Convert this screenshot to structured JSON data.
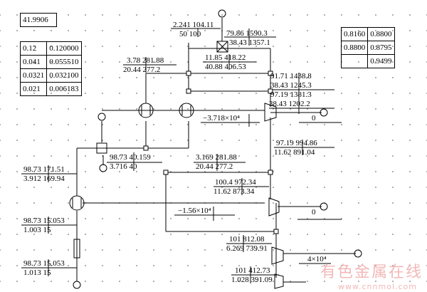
{
  "top_value": "41.9906",
  "left_table": [
    [
      "0.12",
      "0.120000"
    ],
    [
      "0.041",
      "0.055510"
    ],
    [
      "0.0321",
      "0.032100"
    ],
    [
      "0.021",
      "0.006183"
    ]
  ],
  "right_table": [
    [
      "0.8160",
      "0.8800"
    ],
    [
      "0.8800",
      "0.8795"
    ],
    [
      "",
      "0.9499"
    ]
  ],
  "labels": {
    "top_pair_a": "2.241  104.11",
    "top_pair_b": "50     100",
    "top_c1": "79.86  1590.3",
    "top_c2": "38.43  1357.1",
    "mid_a1": "11.85  418.22",
    "mid_a2": "40.88  406.53",
    "l_a1": "3.78  281.88",
    "l_a2": "20.44  277.2",
    "r_a1": "91.71  1438.8",
    "r_a2": "38.43  1245.3",
    "r_a3": "97.19  1381.3",
    "r_a4": "38.43  1202.2",
    "power1": "−3.718×10⁴",
    "zero1": "0",
    "r_b1": "97.19  994.86",
    "r_b2": "11.62  891.04",
    "left_m1": "98.73  40.159",
    "left_m2": "3.716   40",
    "mid_b1": "3.169  281.88",
    "mid_b2": "20.44  277.2",
    "mid_c1": "100.4  972.34",
    "mid_c2": "11.62  873.34",
    "ll_a1": "98.73  171.51",
    "ll_a2": "3.912  169.94",
    "power2": "−1.56×10⁴",
    "zero2": "0",
    "ll_b1": "98.73  15.053",
    "ll_b2": "1.003   15",
    "low_a1": "101  812.08",
    "low_a2": "6.269  739.91",
    "power3": "4×10⁴",
    "ll_c1": "98.73  15.053",
    "ll_c2": "1.013   15",
    "bot_a1": "101  412.73",
    "bot_a2": "1.028  391.09",
    "wm_cn": "有色金属在线",
    "wm_en": "www.cnnmol.com"
  }
}
